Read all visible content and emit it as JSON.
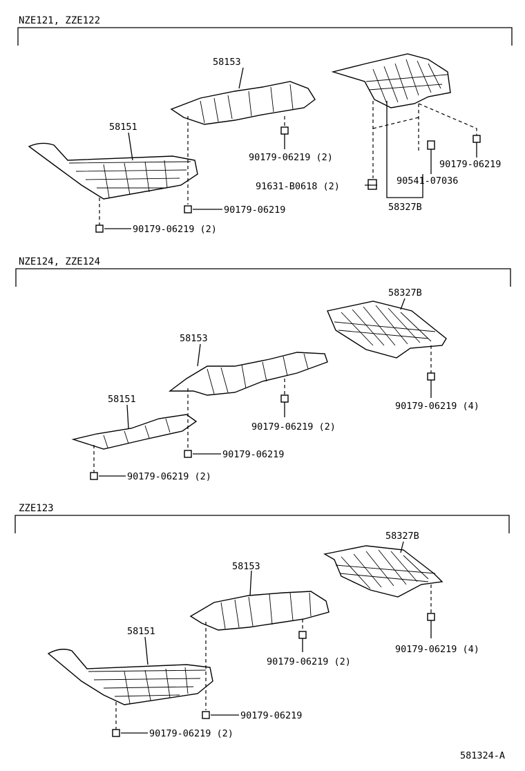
{
  "footer_code": "581324-A",
  "sections": [
    {
      "header": "NZE121, ZZE122",
      "labels": {
        "p58153": "58153",
        "p58151": "58151",
        "c1": "90179-06219 (2)",
        "c2": "90179-06219",
        "c3": "90179-06219 (2)",
        "c4": "90179-06219",
        "bolt": "91631-B0618 (2)",
        "screw": "90541-07036",
        "p58327B": "58327B"
      }
    },
    {
      "header": "NZE124, ZZE124",
      "labels": {
        "p58327B": "58327B",
        "p58153": "58153",
        "p58151": "58151",
        "c1": "90179-06219 (2)",
        "c2": "90179-06219 (4)",
        "c3": "90179-06219",
        "c4": "90179-06219 (2)"
      }
    },
    {
      "header": "ZZE123",
      "labels": {
        "p58327B": "58327B",
        "p58153": "58153",
        "p58151": "58151",
        "c1": "90179-06219 (2)",
        "c2": "90179-06219 (4)",
        "c3": "90179-06219",
        "c4": "90179-06219 (2)"
      }
    }
  ]
}
